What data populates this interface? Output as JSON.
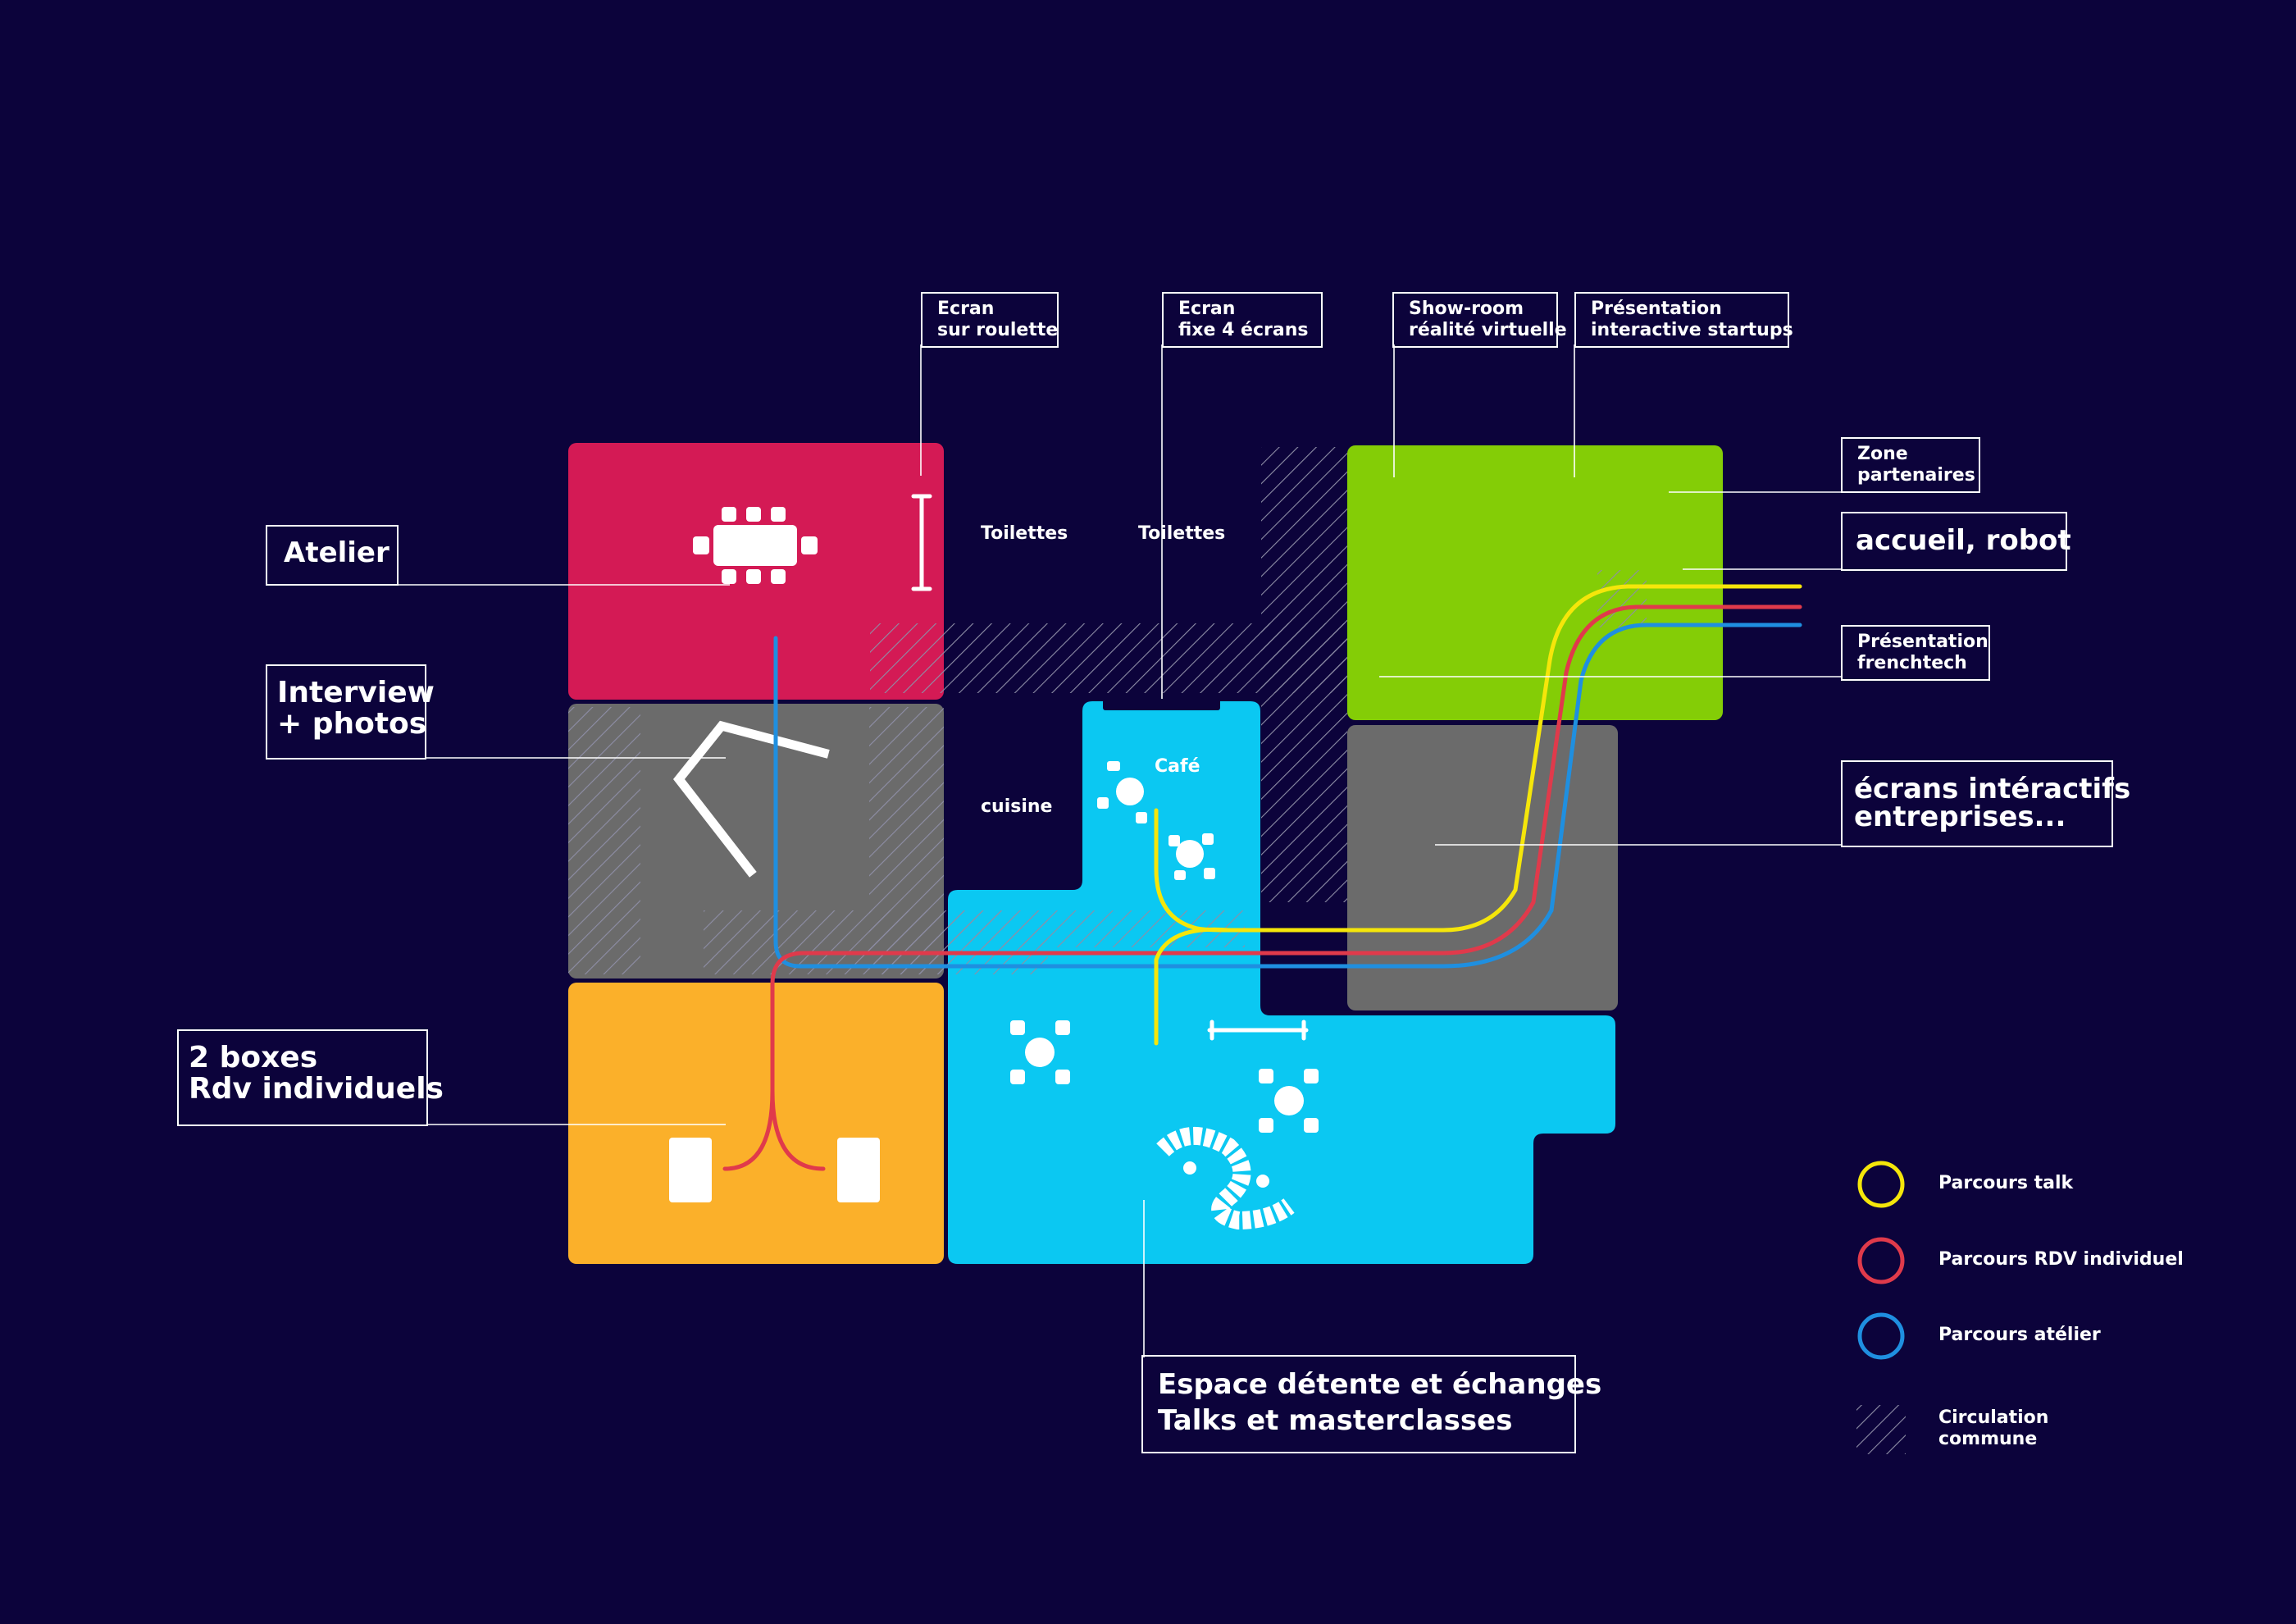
{
  "colors": {
    "background": "#0c033b",
    "atelier": "#d41a55",
    "interview": "#6b6b6b",
    "boxes": "#fbb02a",
    "espace": "#0bc8f2",
    "showroom": "#84cd06",
    "ecrans": "#6b6b6b",
    "talk": "#f5e60a",
    "rdv": "#e03a4b",
    "atelier_route": "#1f8fe0"
  },
  "labels": {
    "atelier": "Atelier",
    "interview": [
      "Interview",
      "+ photos"
    ],
    "boxes": [
      "2 boxes",
      "Rdv individuels"
    ],
    "ecran_roulette": [
      "Ecran",
      "sur roulette"
    ],
    "ecran_fixe": [
      "Ecran",
      "fixe 4 écrans"
    ],
    "showroom": [
      "Show-room",
      "réalité virtuelle"
    ],
    "presentation_startups": [
      "Présentation",
      "interactive startups"
    ],
    "zone_partenaires": [
      "Zone",
      "partenaires"
    ],
    "accueil": "accueil, robot",
    "frenchtech": [
      "Présentation",
      "frenchtech"
    ],
    "ecrans_interactifs": [
      "écrans intéractifs",
      "entreprises..."
    ],
    "espace": [
      "Espace détente et échanges",
      "Talks et masterclasses"
    ]
  },
  "plain_labels": {
    "toilettes_1": "Toilettes",
    "toilettes_2": "Toilettes",
    "cuisine": "cuisine",
    "cafe": "Café"
  },
  "legend": [
    {
      "text": [
        "Parcours talk"
      ],
      "kind": "circle",
      "color": "#f5e60a"
    },
    {
      "text": [
        "Parcours RDV individuel"
      ],
      "kind": "circle",
      "color": "#e03a4b"
    },
    {
      "text": [
        "Parcours atélier"
      ],
      "kind": "circle",
      "color": "#1f8fe0"
    },
    {
      "text": [
        "Circulation",
        "commune"
      ],
      "kind": "hatch",
      "color": "#8a8aa0"
    }
  ]
}
